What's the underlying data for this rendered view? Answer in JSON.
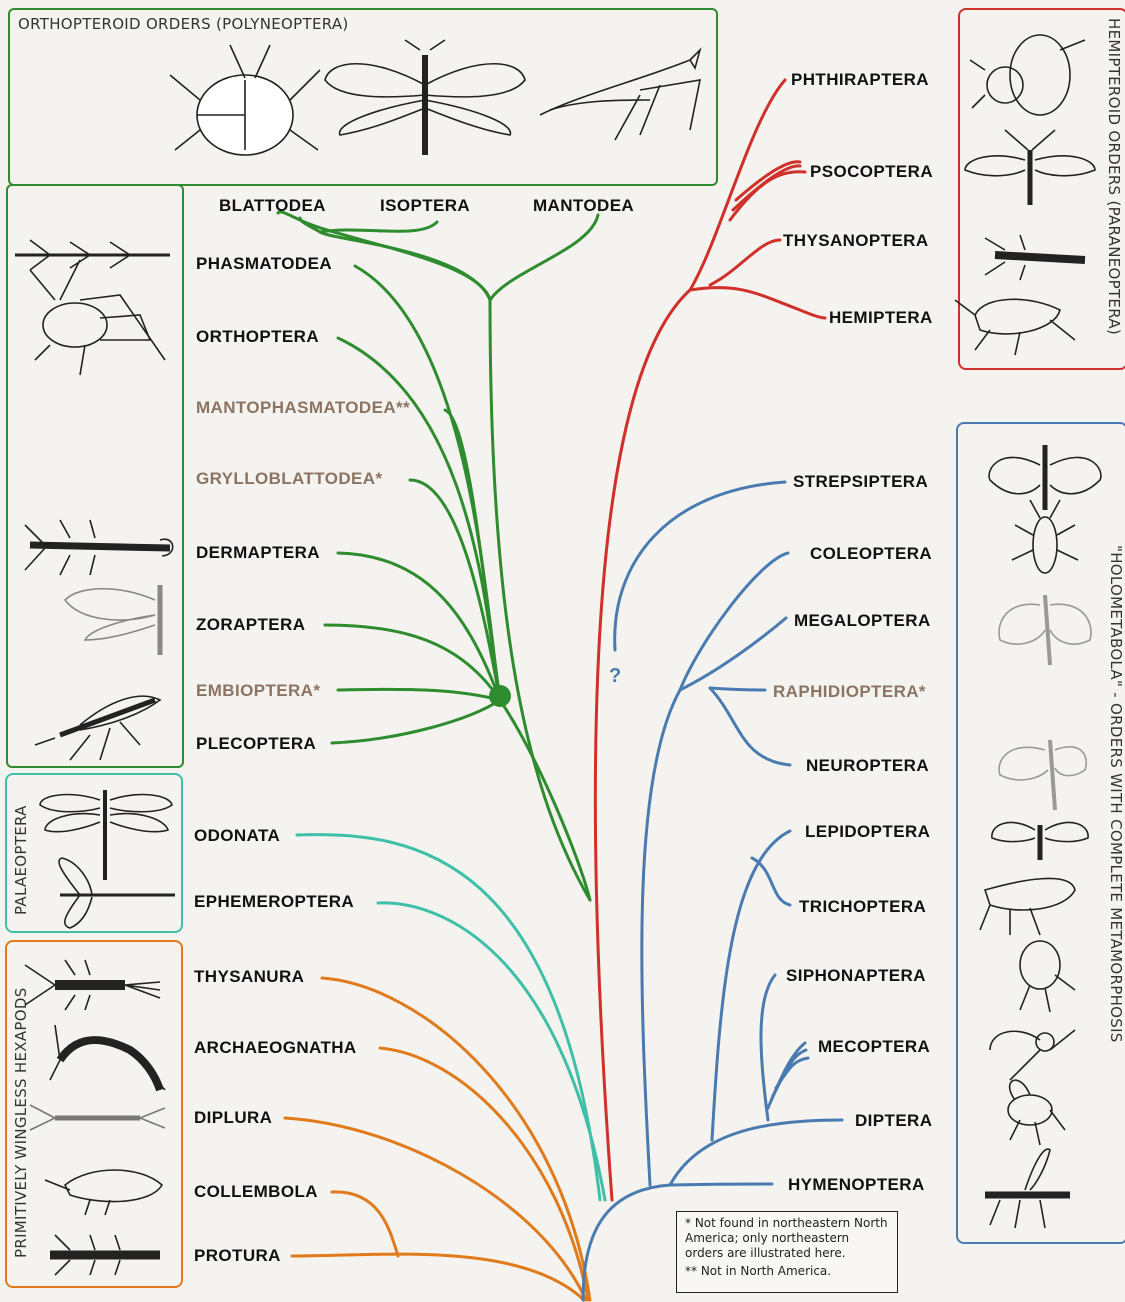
{
  "groups": {
    "orthopteroid": "ORTHOPTEROID ORDERS (POLYNEOPTERA)",
    "hemipteroid": "HEMIPTEROID ORDERS (PARANEOPTERA)",
    "holometabola": "\"HOLOMETABOLA\" - ORDERS WITH COMPLETE METAMORPHOSIS",
    "palaeoptera": "PALAEOPTERA",
    "wingless": "PRIMITIVELY WINGLESS HEXAPODS"
  },
  "colors": {
    "green": "#2e8b2e",
    "teal": "#3fbfa8",
    "orange": "#e07a1a",
    "red": "#d0302a",
    "blue": "#4a7bb0",
    "missing_label": "#8b7462"
  },
  "orders": {
    "blattodea": "BLATTODEA",
    "isoptera": "ISOPTERA",
    "mantodea": "MANTODEA",
    "phasmatodea": "PHASMATODEA",
    "orthoptera": "ORTHOPTERA",
    "mantophasmatodea": "MANTOPHASMATODEA**",
    "grylloblattodea": "GRYLLOBLATTODEA*",
    "dermaptera": "DERMAPTERA",
    "zoraptera": "ZORAPTERA",
    "embioptera": "EMBIOPTERA*",
    "plecoptera": "PLECOPTERA",
    "odonata": "ODONATA",
    "ephemeroptera": "EPHEMEROPTERA",
    "thysanura": "THYSANURA",
    "archaeognatha": "ARCHAEOGNATHA",
    "diplura": "DIPLURA",
    "collembola": "COLLEMBOLA",
    "protura": "PROTURA",
    "phthiraptera": "PHTHIRAPTERA",
    "psocoptera": "PSOCOPTERA",
    "thysanoptera": "THYSANOPTERA",
    "hemiptera": "HEMIPTERA",
    "strepsiptera": "STREPSIPTERA",
    "coleoptera": "COLEOPTERA",
    "megaloptera": "MEGALOPTERA",
    "raphidioptera": "RAPHIDIOPTERA*",
    "neuroptera": "NEUROPTERA",
    "lepidoptera": "LEPIDOPTERA",
    "trichoptera": "TRICHOPTERA",
    "siphonaptera": "SIPHONAPTERA",
    "mecoptera": "MECOPTERA",
    "diptera": "DIPTERA",
    "hymenoptera": "HYMENOPTERA"
  },
  "uncertain_mark": "?",
  "footnote": {
    "one_star": "* Not found in northeastern North America; only northeastern orders are illustrated here.",
    "two_star": "** Not in North America."
  }
}
